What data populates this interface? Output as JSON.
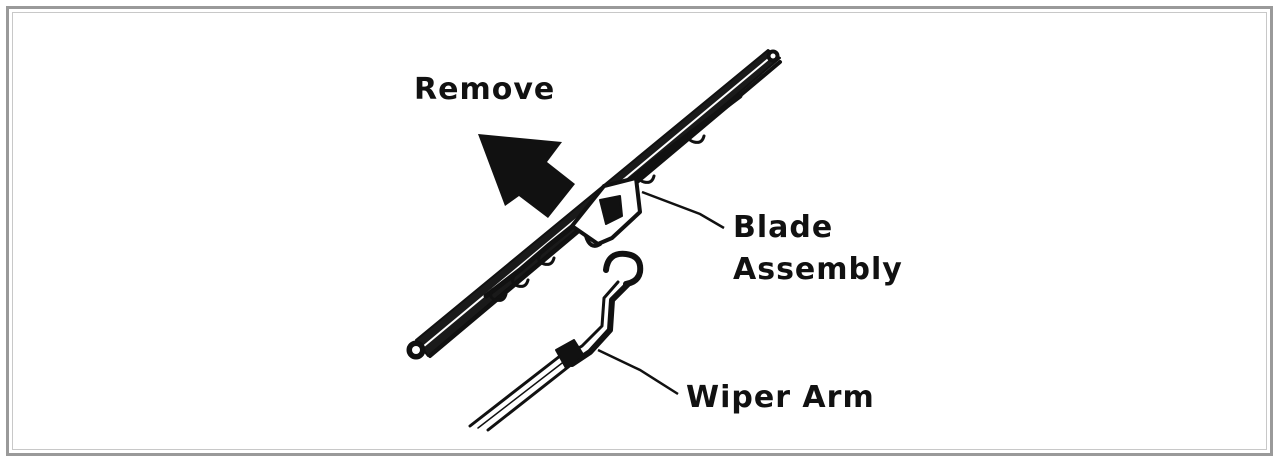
{
  "labels": {
    "remove": "Remove",
    "blade_line1": "Blade",
    "blade_line2": "Assembly",
    "wiper_arm": "Wiper Arm"
  },
  "colors": {
    "ink": "#111111",
    "frame": "#9a9a9a",
    "background": "#ffffff"
  }
}
